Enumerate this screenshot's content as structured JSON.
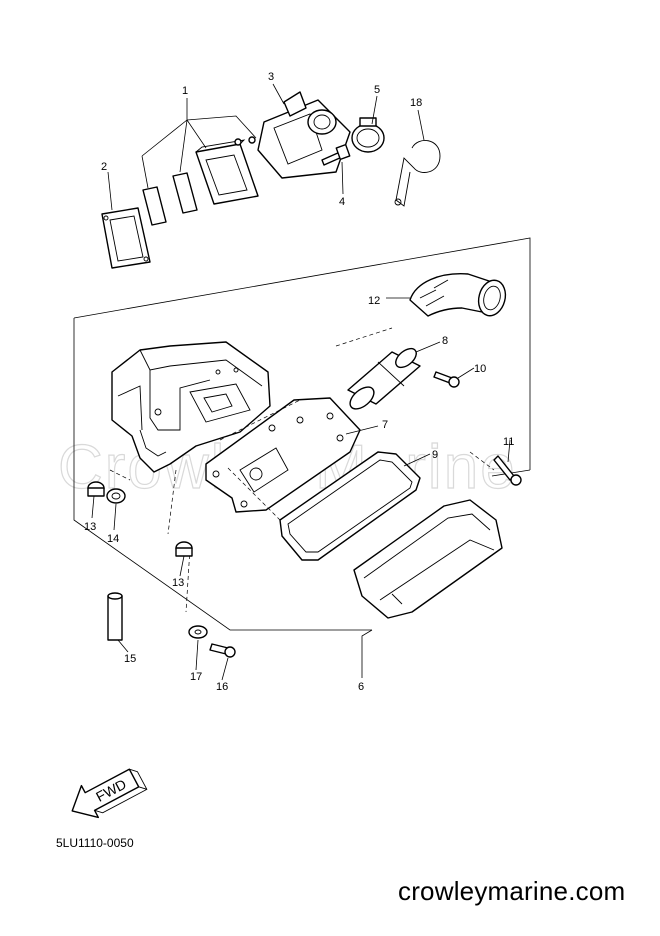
{
  "watermark": "Crowley Marine",
  "callouts": {
    "c1": "1",
    "c2": "2",
    "c3": "3",
    "c4": "4",
    "c5": "5",
    "c18": "18",
    "c12": "12",
    "c8": "8",
    "c10": "10",
    "c7": "7",
    "c9": "9",
    "c11": "11",
    "c13a": "13",
    "c14": "14",
    "c13b": "13",
    "c15": "15",
    "c17": "17",
    "c16": "16",
    "c6": "6"
  },
  "fwd_arrow": {
    "label": "FWD",
    "icon": "fwd-arrow-icon"
  },
  "diagram_code": "5LU1110-0050",
  "site": "crowleymarine.com"
}
